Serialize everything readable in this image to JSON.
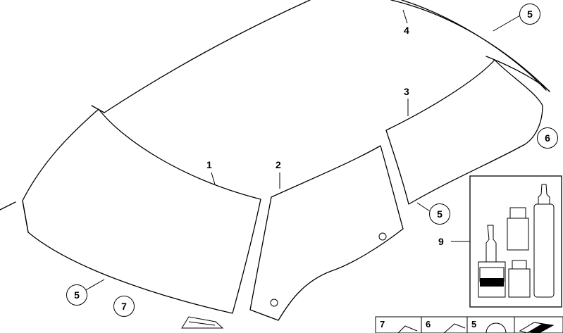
{
  "callouts": {
    "part1": "1",
    "part2": "2",
    "part3": "3",
    "part4": "4",
    "part5_roof": "5",
    "part5_side": "5",
    "part5_windshield": "5",
    "part6": "6",
    "part7": "7",
    "part9": "9"
  },
  "legend_tabs": {
    "tab7": "7",
    "tab6": "6",
    "tab5": "5"
  },
  "colors": {
    "stroke": "#000000",
    "background": "#ffffff"
  }
}
